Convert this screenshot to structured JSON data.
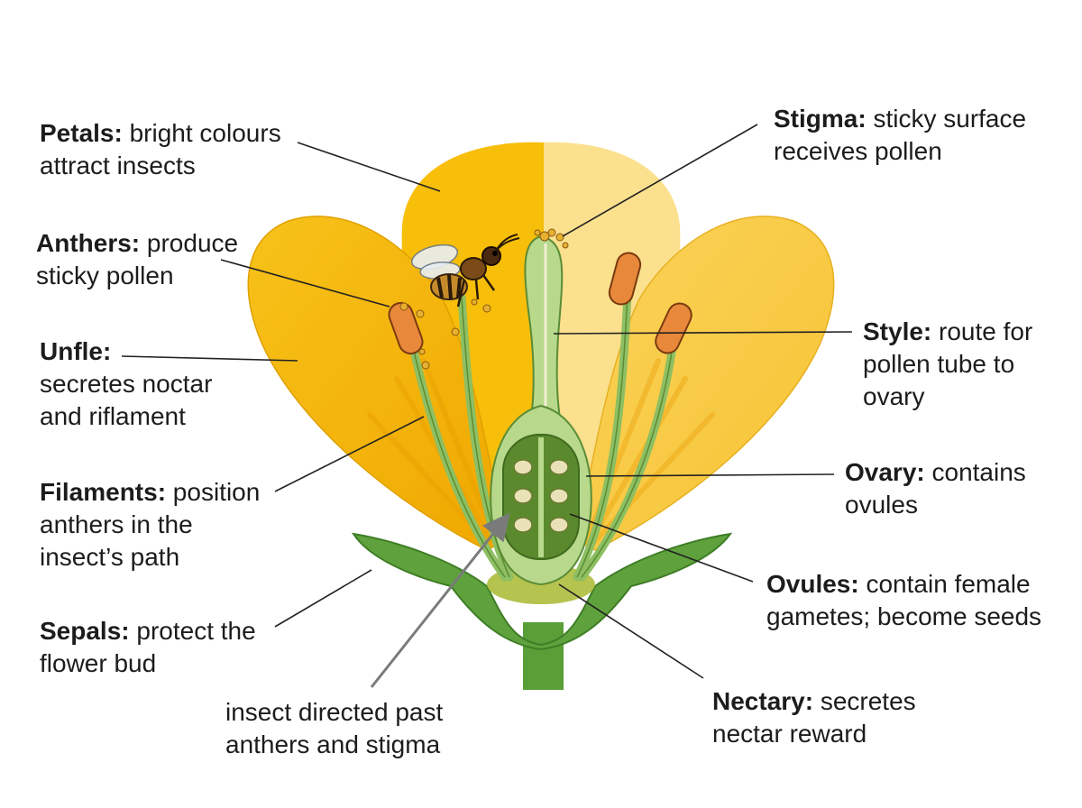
{
  "colors": {
    "petal_dark": "#f5b800",
    "petal_light": "#fbe08a",
    "sepal": "#5fa23d",
    "style_green": "#b8d98c",
    "ovary_dark": "#5b8a2e",
    "anther": "#e8883a",
    "leader_line": "#222222",
    "insect_arrow": "#777777"
  },
  "labels": {
    "petals": {
      "term": "Petals:",
      "line1": " bright colours",
      "line2": "attract insects"
    },
    "anthers": {
      "term": "Anthers:",
      "line1": " produce",
      "line2": "sticky pollen"
    },
    "unfle": {
      "term": "Unfle:",
      "line1": "",
      "line2": "secretes noctar",
      "line3": "and riflament"
    },
    "filaments": {
      "term": "Filaments:",
      "line1": " position",
      "line2": "anthers in the",
      "line3": "insect’s path"
    },
    "sepals": {
      "term": "Sepals:",
      "line1": " protect the",
      "line2": "flower bud"
    },
    "insect": {
      "line1": "insect directed past",
      "line2": "anthers and stigma"
    },
    "stigma": {
      "term": "Stigma:",
      "line1": " sticky surface",
      "line2": "receives pollen"
    },
    "style": {
      "term": "Style:",
      "line1": " route for",
      "line2": "pollen tube to",
      "line3": "ovary"
    },
    "ovary": {
      "term": "Ovary:",
      "line1": " contains",
      "line2": "ovules"
    },
    "ovules": {
      "term": "Ovules:",
      "line1": " contain female",
      "line2": "gametes; become seeds"
    },
    "nectary": {
      "term": "Nectary:",
      "line1": " secretes",
      "line2": "nectar reward"
    }
  }
}
